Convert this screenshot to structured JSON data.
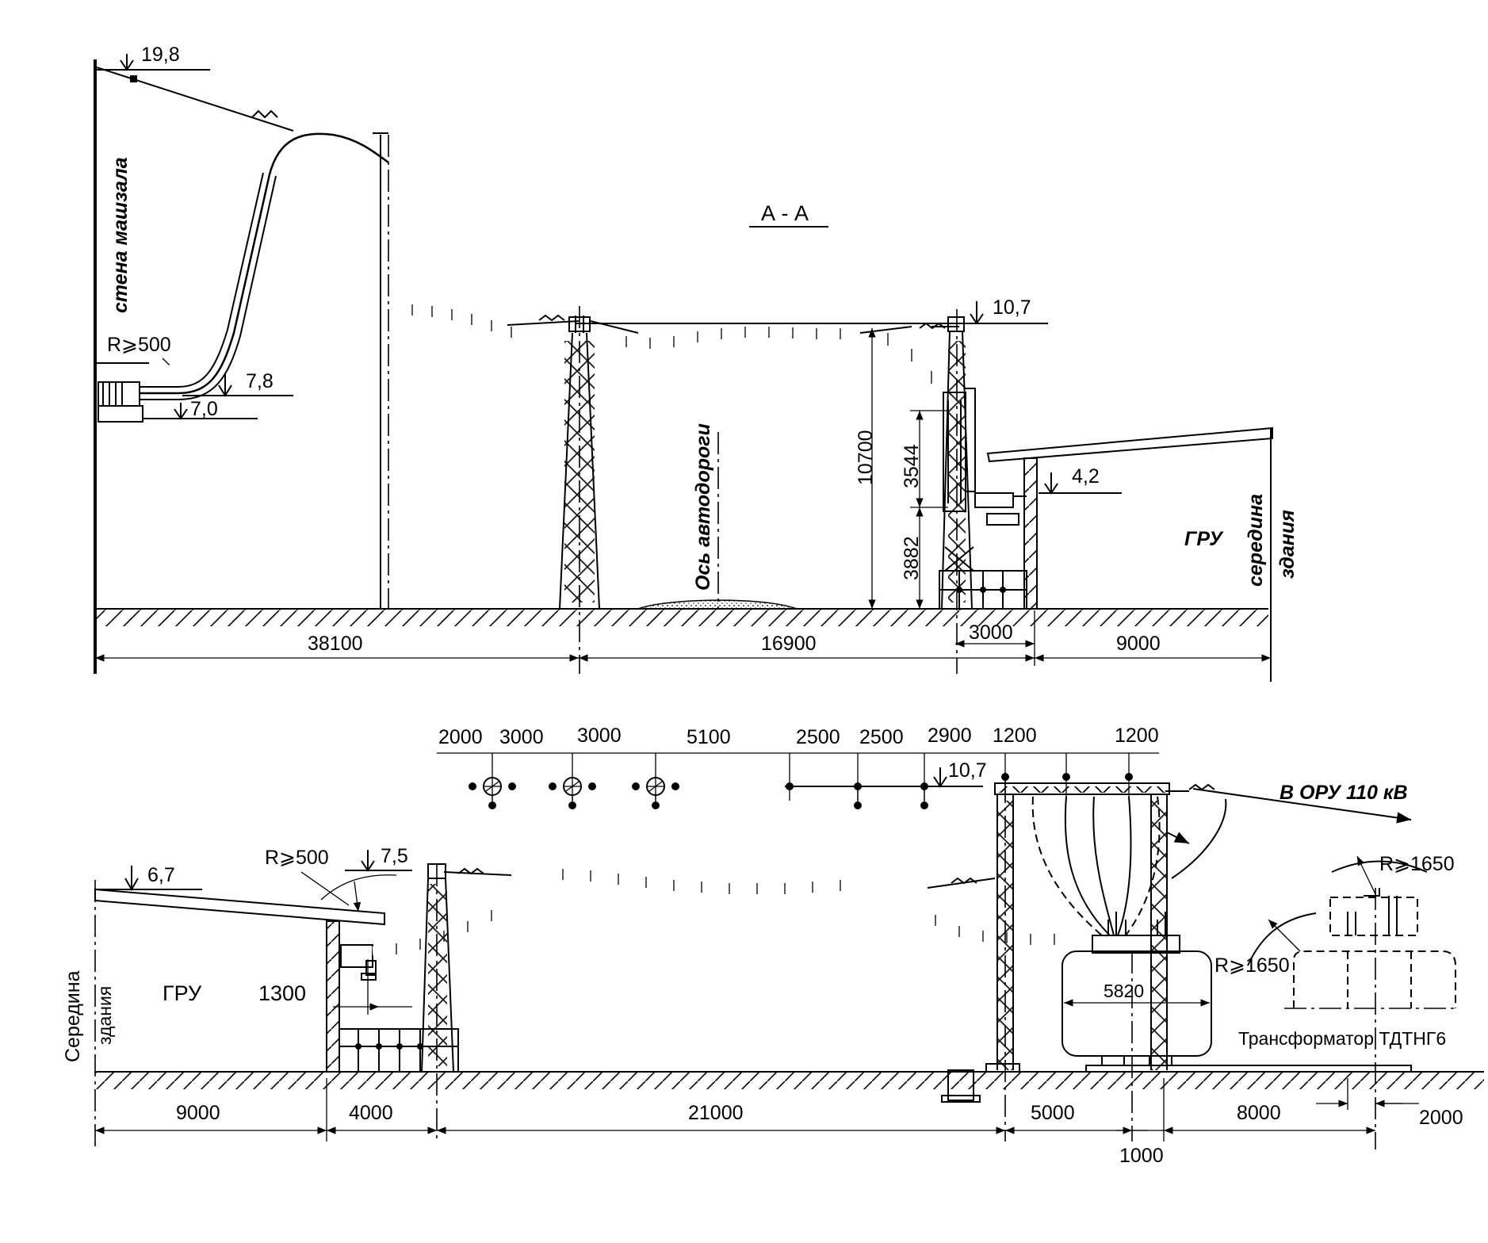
{
  "section_title": "А - А",
  "top": {
    "wall_label": "стена машзала",
    "road_label": "Ось автодороги",
    "gru_label": "ГРУ",
    "building_center_line1": "середина",
    "building_center_line2": "здания",
    "radius_label": "R⩾500",
    "levels": [
      "19,8",
      "7,8",
      "7,0",
      "10,7",
      "4,2"
    ],
    "vertical_dims": [
      "10700",
      "3544",
      "3882"
    ],
    "horizontal_dims": [
      "38100",
      "16900",
      "3000",
      "9000"
    ]
  },
  "bottom": {
    "gru_label": "ГРУ",
    "building_center_line1": "Середина",
    "building_center_line2": "здания",
    "radius_left": "R⩾500",
    "radius_right_top": "R⩾1650",
    "radius_right_mid": "R⩾1650",
    "levels": [
      "6,7",
      "7,5",
      "10,7"
    ],
    "dim_1300": "1300",
    "dim_5820": "5820",
    "direction_label": "В ОРУ 110 кВ",
    "transformer_label": "Трансформатор  ТДТНГ6",
    "top_dims": [
      "2000",
      "3000",
      "3000",
      "5100",
      "2500",
      "2500",
      "2900",
      "1200",
      "1200"
    ],
    "horizontal_dims": [
      "9000",
      "4000",
      "21000",
      "5000",
      "8000",
      "2000",
      "1000"
    ]
  },
  "colors": {
    "ink": "#000000",
    "paper": "#ffffff"
  }
}
